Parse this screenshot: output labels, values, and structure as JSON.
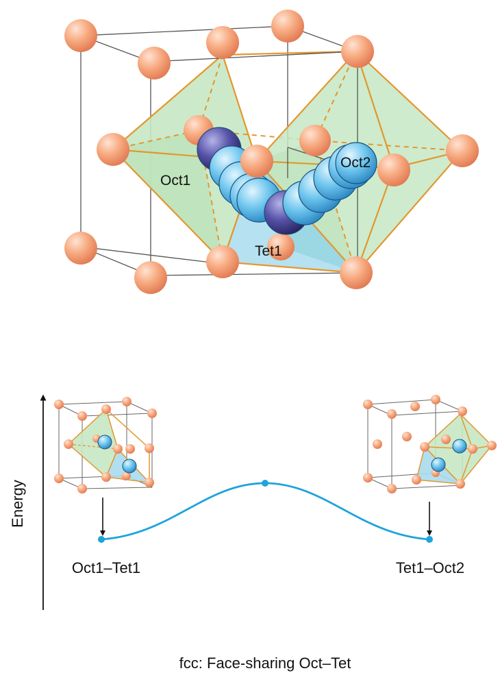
{
  "labels": {
    "oct1": "Oct1",
    "oct2": "Oct2",
    "tet1": "Tet1",
    "energy_axis": "Energy",
    "state_left": "Oct1–Tet1",
    "state_right": "Tet1–Oct2",
    "caption": "fcc: Face-sharing Oct–Tet"
  },
  "colors": {
    "atom_host": "#f4a27a",
    "atom_host_dark": "#e0764f",
    "atom_mobile": "#59b8e6",
    "atom_mobile_dark": "#2a86c2",
    "atom_dark": "#3f3c8c",
    "octahedron_fill": "#c6e8c4",
    "tetrahedron_fill": "#a9dced",
    "polyhedron_edge": "#e4962c",
    "cube_edge": "#555555",
    "energy_curve": "#1ea3dc"
  }
}
